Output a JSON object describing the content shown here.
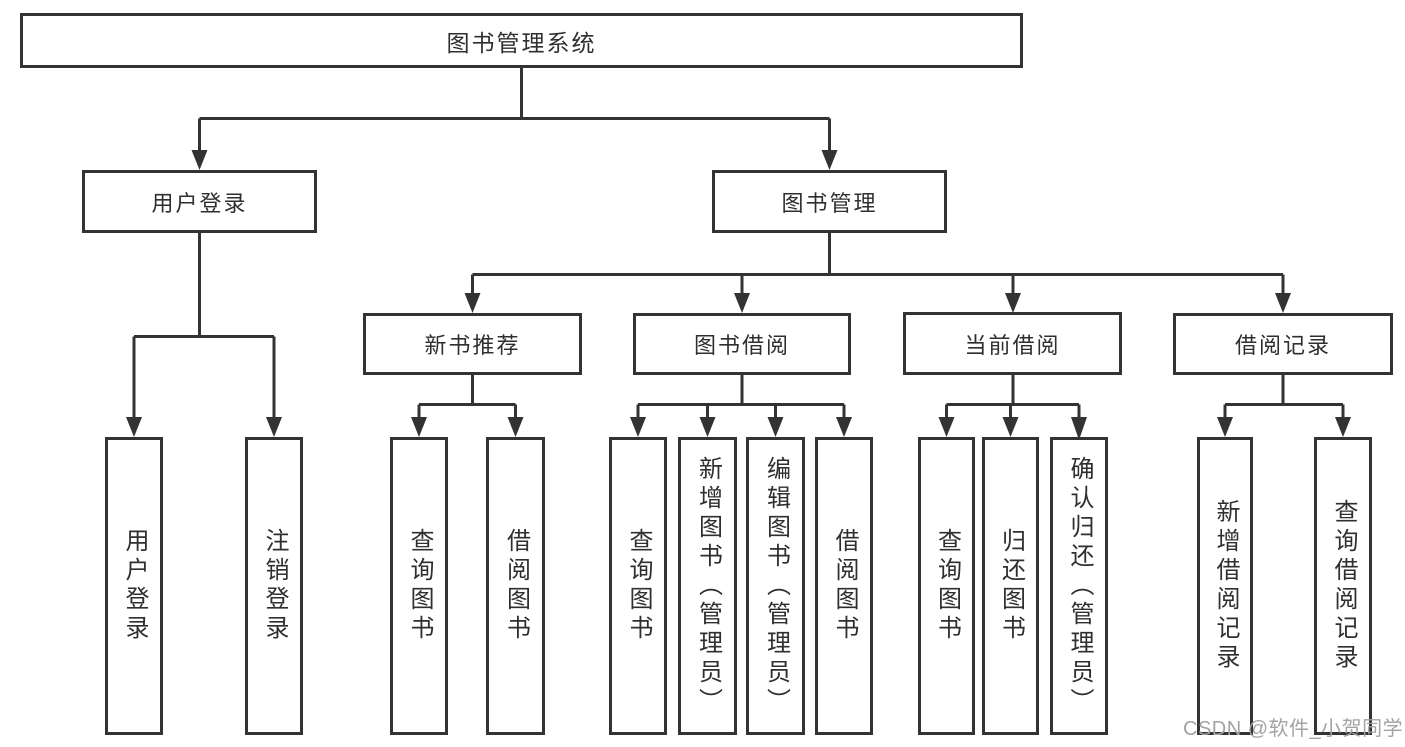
{
  "diagram": {
    "title": "图书管理系统",
    "root": {
      "label": "图书管理系统"
    },
    "level2": [
      {
        "label": "用户登录"
      },
      {
        "label": "图书管理"
      }
    ],
    "level3": [
      {
        "label": "新书推荐"
      },
      {
        "label": "图书借阅"
      },
      {
        "label": "当前借阅"
      },
      {
        "label": "借阅记录"
      }
    ],
    "leaves": [
      {
        "label": "用户登录",
        "parent": "用户登录"
      },
      {
        "label": "注销登录",
        "parent": "用户登录"
      },
      {
        "label": "查询图书",
        "parent": "新书推荐"
      },
      {
        "label": "借阅图书",
        "parent": "新书推荐"
      },
      {
        "label": "查询图书",
        "parent": "图书借阅"
      },
      {
        "label": "新增图书（管理员）",
        "parent": "图书借阅"
      },
      {
        "label": "编辑图书（管理员）",
        "parent": "图书借阅"
      },
      {
        "label": "借阅图书",
        "parent": "图书借阅"
      },
      {
        "label": "查询图书",
        "parent": "当前借阅"
      },
      {
        "label": "归还图书",
        "parent": "当前借阅"
      },
      {
        "label": "确认归还（管理员）",
        "parent": "当前借阅"
      },
      {
        "label": "新增借阅记录",
        "parent": "借阅记录"
      },
      {
        "label": "查询借阅记录",
        "parent": "借阅记录"
      }
    ]
  },
  "watermark": {
    "text": "CSDN @软件_小贺同学"
  },
  "colors": {
    "line": "#333333",
    "text": "#2f2f2f",
    "watermark": "#a3a3a3",
    "background": "#ffffff"
  }
}
